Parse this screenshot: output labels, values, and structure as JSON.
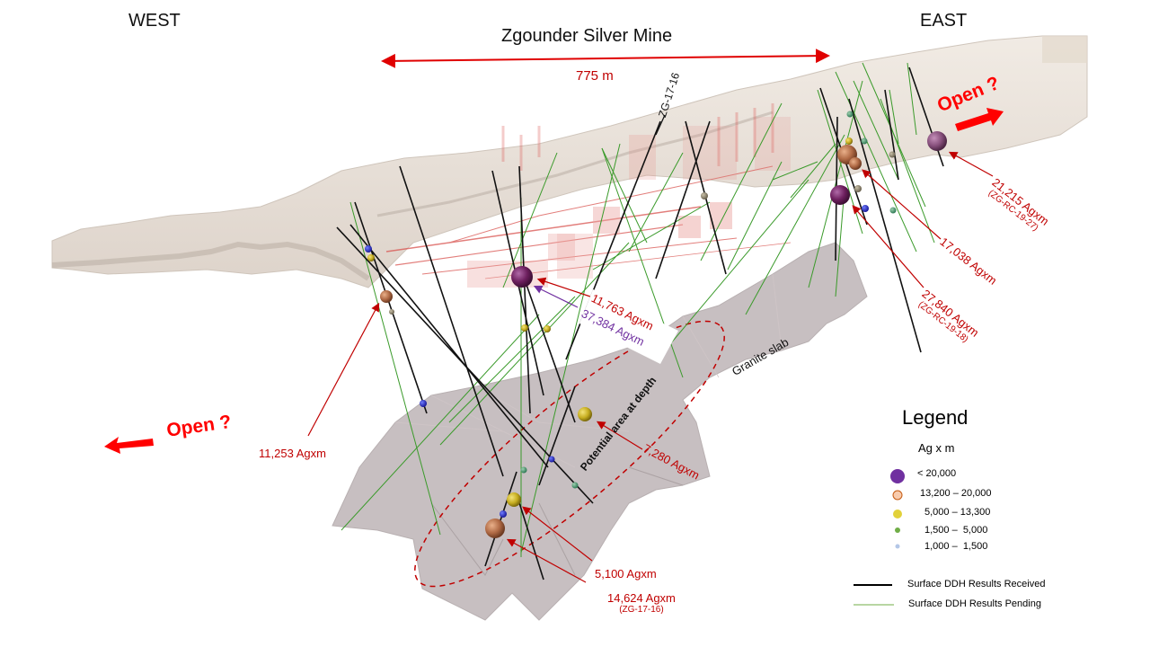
{
  "header": {
    "west_label": "WEST",
    "east_label": "EAST",
    "title": "Zgounder Silver Mine",
    "distance_label": "775 m"
  },
  "open_labels": {
    "west": "Open ?",
    "east": "Open ?"
  },
  "drillhole_label": "ZG-17-16",
  "zone_labels": {
    "potential_area": "Potential area at depth",
    "granite_slab": "Granite slab"
  },
  "annotations": [
    {
      "id": "a1",
      "value": "21,215 Agxm",
      "hole": "(ZG-RC-19-27)",
      "color": "#c00000"
    },
    {
      "id": "a2",
      "value": "17,038 Agxm",
      "hole": "",
      "color": "#c00000"
    },
    {
      "id": "a3",
      "value": "27,840 Agxm",
      "hole": "(ZG-RC-19-18)",
      "color": "#c00000"
    },
    {
      "id": "a4",
      "value": "11,763 Agxm",
      "hole": "",
      "color": "#c00000"
    },
    {
      "id": "a5",
      "value": "37,384 Agxm",
      "hole": "",
      "color": "#7030a0"
    },
    {
      "id": "a6",
      "value": "11,253 Agxm",
      "hole": "",
      "color": "#c00000"
    },
    {
      "id": "a7",
      "value": "7,280 Agxm",
      "hole": "",
      "color": "#c00000"
    },
    {
      "id": "a8",
      "value": "5,100 Agxm",
      "hole": "",
      "color": "#c00000"
    },
    {
      "id": "a9",
      "value": "14,624 Agxm",
      "hole": "(ZG-17-16)",
      "color": "#c00000"
    }
  ],
  "legend": {
    "title": "Legend",
    "subtitle": "Ag x m",
    "classes": [
      {
        "label": "< 20,000",
        "color": "#7030a0",
        "size": "xl"
      },
      {
        "label": "13,200 – 20,000",
        "color": "#f4b183",
        "size": "lg"
      },
      {
        "label": "5,000 – 13,300",
        "color": "#e2d13a",
        "size": "md"
      },
      {
        "label": "1,500 –  5,000",
        "color": "#70ad47",
        "size": "sm"
      },
      {
        "label": "1,000 –  1,500",
        "color": "#b4c7e7",
        "size": "xs"
      }
    ],
    "lines": [
      {
        "label": "Surface DDH Results Received",
        "color": "#000000"
      },
      {
        "label": "Surface DDH Results Pending",
        "color": "#70ad47"
      }
    ]
  },
  "colors": {
    "annotation_red": "#c00000",
    "open_red": "#ff0000",
    "terrain": "#ece4dd",
    "granite": "#b8aeb0",
    "workings": "#d9534f",
    "received_line": "#000000",
    "pending_line": "#3a9a2a"
  }
}
